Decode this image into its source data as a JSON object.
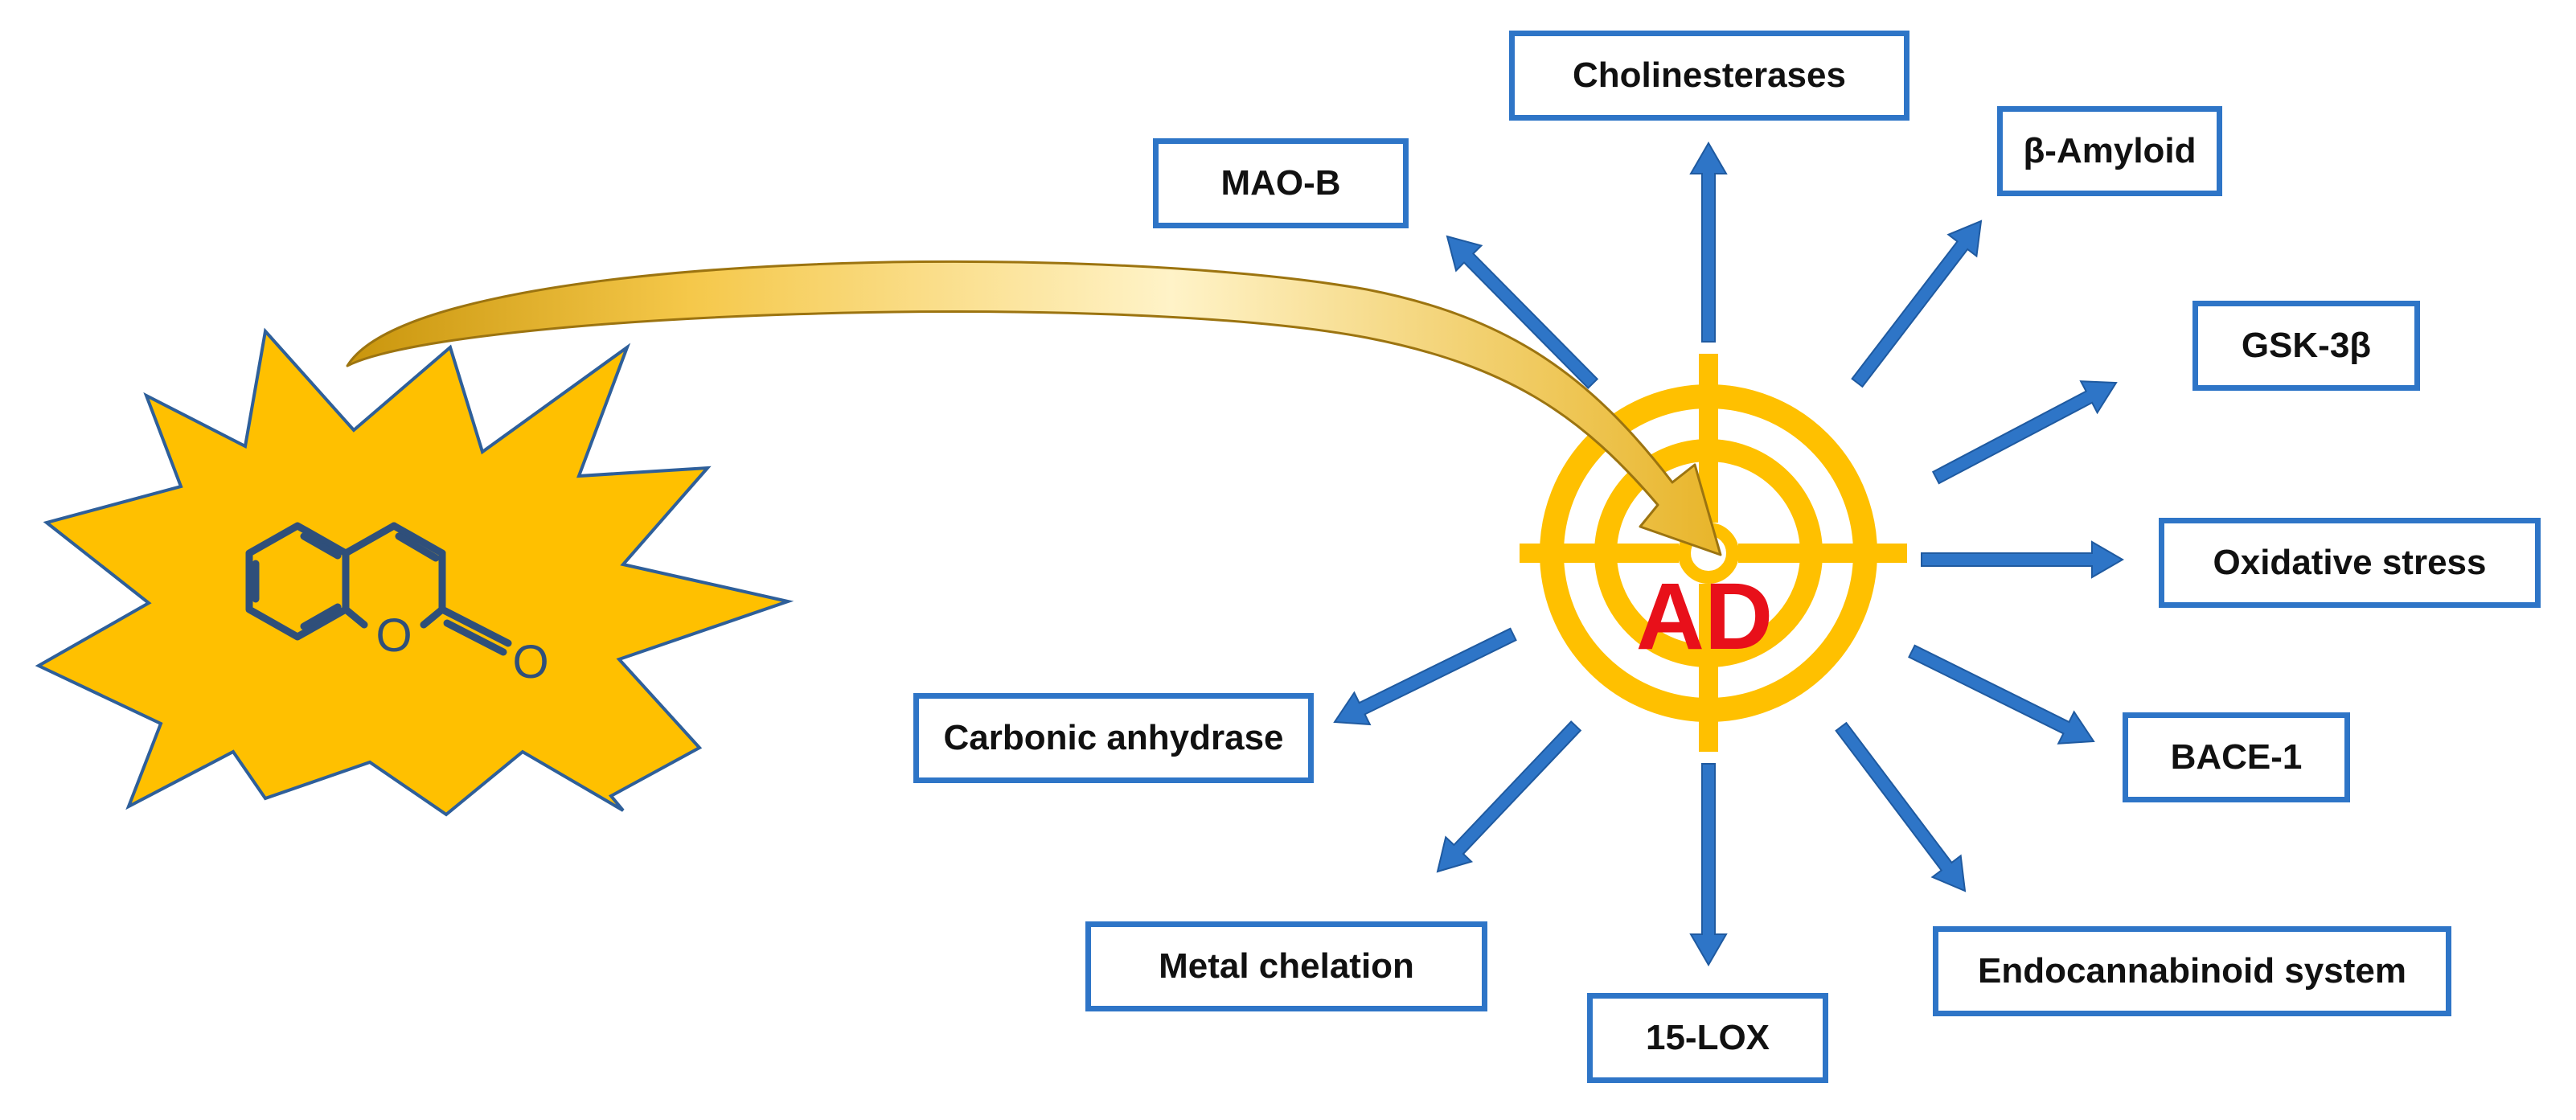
{
  "diagram": {
    "center": {
      "label": "AD"
    },
    "targets": [
      {
        "id": "cholinesterases",
        "label": "Cholinesterases"
      },
      {
        "id": "beta-amyloid",
        "label": "β-Amyloid"
      },
      {
        "id": "mao-b",
        "label": "MAO-B"
      },
      {
        "id": "gsk-3b",
        "label": "GSK-3β"
      },
      {
        "id": "oxidative-stress",
        "label": "Oxidative stress"
      },
      {
        "id": "bace-1",
        "label": "BACE-1"
      },
      {
        "id": "carbonic-anhydrase",
        "label": "Carbonic anhydrase"
      },
      {
        "id": "endocannabinoid-system",
        "label": "Endocannabinoid system"
      },
      {
        "id": "metal-chelation",
        "label": "Metal chelation"
      },
      {
        "id": "15-lox",
        "label": "15-LOX"
      }
    ],
    "molecule": {
      "heteroatoms": [
        "O",
        "O"
      ]
    },
    "colors": {
      "box_border": "#2e75c7",
      "arrow": "#2e75c7",
      "burst_fill": "#ffc000",
      "burst_stroke": "#2e5f9a",
      "target_ring": "#ffc000",
      "center_text": "#e8101a",
      "molecule": "#2f4f7a",
      "curved_arrow": "#c9950c"
    }
  }
}
